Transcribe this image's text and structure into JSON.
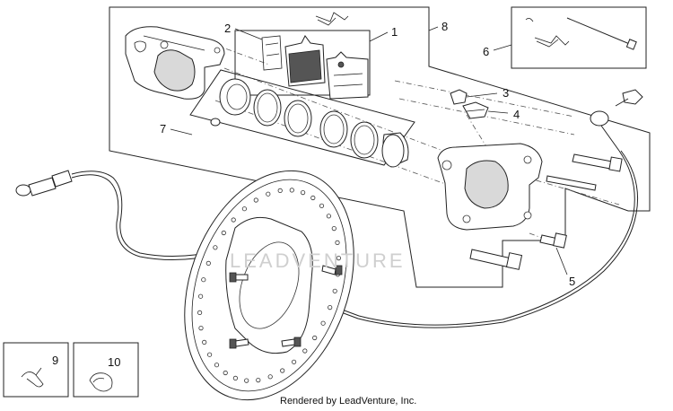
{
  "diagram": {
    "callouts": {
      "c1": "1",
      "c2": "2",
      "c3": "3",
      "c4": "4",
      "c5": "5",
      "c6": "6",
      "c7": "7",
      "c8": "8",
      "c9": "9",
      "c10": "10"
    },
    "watermark": "LEADVENTURE",
    "footer": "Rendered by LeadVenture, Inc."
  }
}
